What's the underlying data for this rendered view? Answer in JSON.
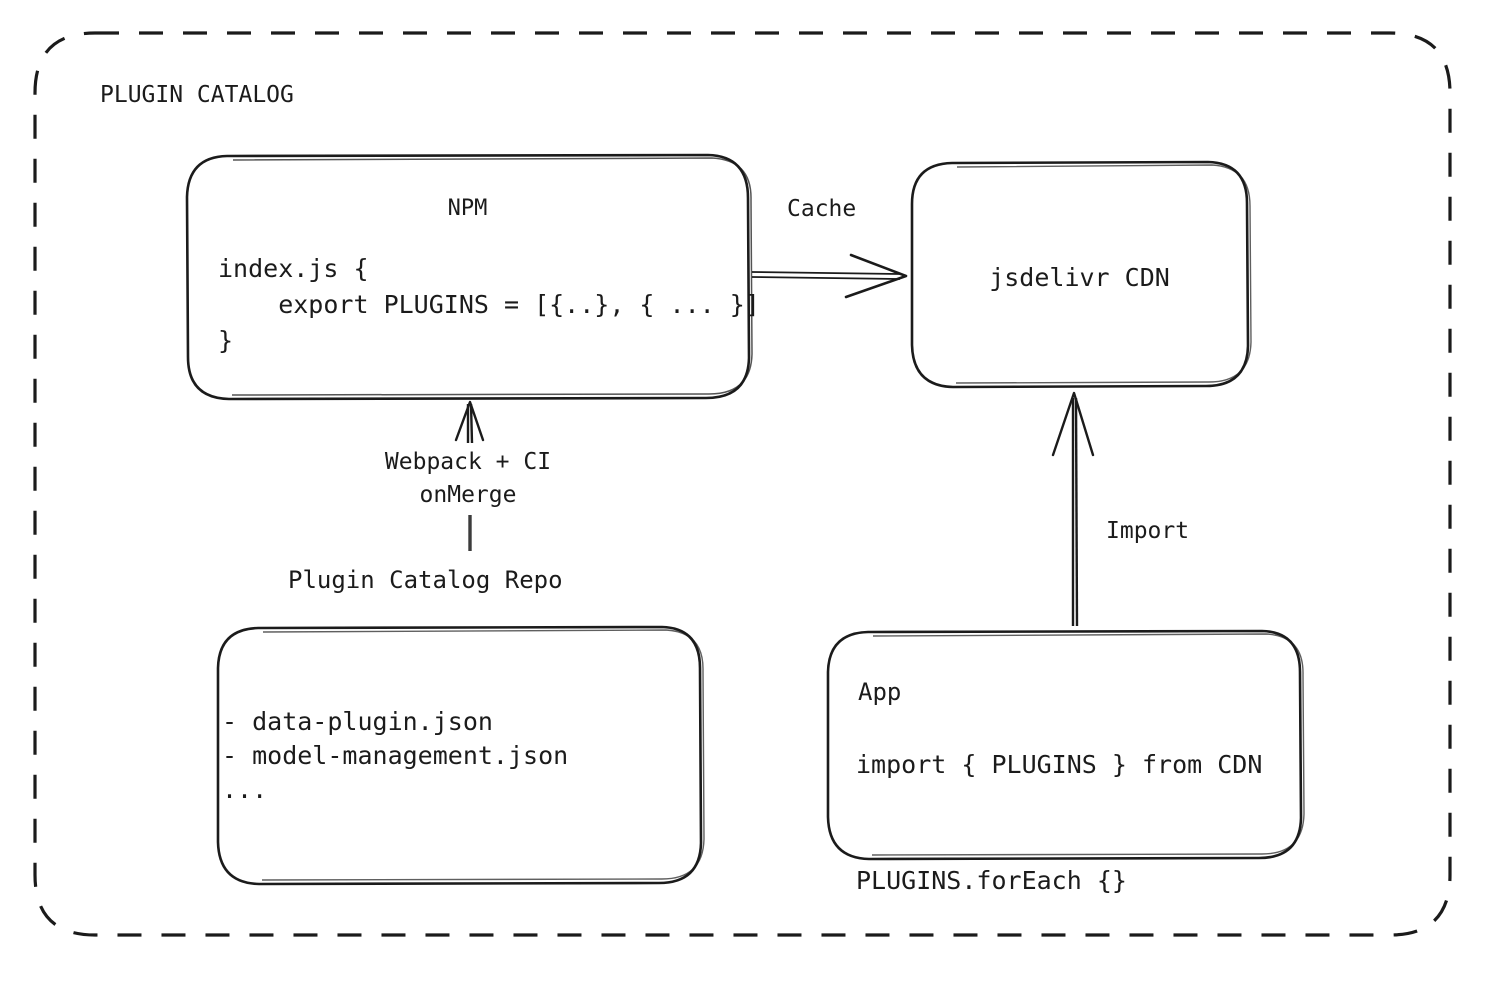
{
  "diagram": {
    "title": "PLUGIN CATALOG",
    "style": {
      "stroke": "#1b1b1b",
      "background": "#ffffff",
      "outer_border": "dashed"
    },
    "nodes": {
      "npm": {
        "title": "NPM",
        "code": "index.js {\n    export PLUGINS = [{..}, { ... }]\n}"
      },
      "cdn": {
        "title": "jsdelivr CDN"
      },
      "repo": {
        "caption": "Plugin Catalog Repo",
        "items": "- data-plugin.json\n- model-management.json\n..."
      },
      "app": {
        "title": "App",
        "code": "import { PLUGINS } from CDN\n\nPLUGINS.forEach {}"
      }
    },
    "edges": {
      "cache": {
        "label": "Cache",
        "from": "npm",
        "to": "cdn"
      },
      "build": {
        "label": "Webpack + CI\nonMerge",
        "from": "repo",
        "to": "npm"
      },
      "import": {
        "label": "Import",
        "from": "app",
        "to": "cdn"
      }
    }
  }
}
